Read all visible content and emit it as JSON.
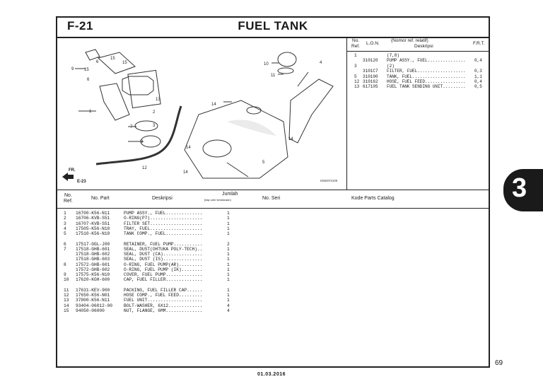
{
  "header": {
    "code": "F-21",
    "title": "FUEL TANK"
  },
  "diagram": {
    "callouts": [
      "9",
      "15",
      "6",
      "15",
      "15",
      "6",
      "13",
      "2",
      "3",
      "1",
      "7",
      "8",
      "12",
      "14",
      "14",
      "14",
      "10",
      "11",
      "4",
      "14",
      "5"
    ],
    "arrow_label": "FR.",
    "ref_label": "E-23",
    "figure_code": "K56GF2100"
  },
  "lon_table": {
    "headers": {
      "no": "No.",
      "ref": "Ref.",
      "lon": "L.O.N.",
      "desc_top": "(Nomor ref. relatif)",
      "desc": "Deskripsi",
      "frt": "F.R.T."
    },
    "rows": [
      {
        "ref": "1",
        "lon": "",
        "desc": "(7,8)",
        "frt": ""
      },
      {
        "ref": "",
        "lon": "310120",
        "desc": "PUMP ASSY., FUEL...............",
        "frt": "0,4"
      },
      {
        "ref": "3",
        "lon": "",
        "desc": "(2)",
        "frt": ""
      },
      {
        "ref": "",
        "lon": "3101C7",
        "desc": "FILTER, FUEL...................",
        "frt": "0,3"
      },
      {
        "ref": "5",
        "lon": "310100",
        "desc": "TANK, FUEL.....................",
        "frt": "1,1"
      },
      {
        "ref": "12",
        "lon": "310162",
        "desc": "HOSE, FUEL FEED................",
        "frt": "0,4"
      },
      {
        "ref": "13",
        "lon": "617105",
        "desc": "FUEL TANK SENDING UNIT.........",
        "frt": "0,5"
      }
    ]
  },
  "catalog": {
    "headers": {
      "no": "No.",
      "ref": "Ref.",
      "part": "No. Part",
      "desc": "Deskripsi",
      "qty": "Jumlah",
      "qty_sub": "(tiap unit/ kendaraan)",
      "serial": "No. Seri",
      "code": "Kode Parts Catalog"
    },
    "rows": [
      {
        "ref": "1",
        "part": "16700-K56-N11",
        "desc": "PUMP ASSY., FUEL..............",
        "qty": "1"
      },
      {
        "ref": "2",
        "part": "16706-KVB-S51",
        "desc": "O-RING(P7)....................",
        "qty": "1"
      },
      {
        "ref": "3",
        "part": "16707-KVB-S51",
        "desc": "FILTER SET....................",
        "qty": "1"
      },
      {
        "ref": "4",
        "part": "17505-K56-N10",
        "desc": "TRAY, FUEL....................",
        "qty": "1"
      },
      {
        "ref": "5",
        "part": "17510-K56-N10",
        "desc": "TANK COMP., FUEL..............",
        "qty": "1"
      },
      {
        "ref": "",
        "part": "",
        "desc": "",
        "qty": ""
      },
      {
        "ref": "6",
        "part": "17517-GGL-J00",
        "desc": "RETAINER, FUEL PUMP...........",
        "qty": "2"
      },
      {
        "ref": "7",
        "part": "17518-GHB-601",
        "desc": "SEAL, DUST(OHTUKA POLY-TECH)..",
        "qty": "1"
      },
      {
        "ref": "",
        "part": "17518-GHB-602",
        "desc": "SEAL, DUST (CA)...............",
        "qty": "1"
      },
      {
        "ref": "",
        "part": "17518-GHB-603",
        "desc": "SEAL, DUST (IS)...............",
        "qty": "1"
      },
      {
        "ref": "8",
        "part": "17572-GHB-601",
        "desc": "O-RING, FUEL PUMP(AR).........",
        "qty": "1"
      },
      {
        "ref": "",
        "part": "17572-GHB-602",
        "desc": "O-RING, FUEL PUMP (IK)........",
        "qty": "1"
      },
      {
        "ref": "9",
        "part": "17575-K56-N10",
        "desc": "COVER, FUEL PUMP..............",
        "qty": "1"
      },
      {
        "ref": "10",
        "part": "17620-KGH-600",
        "desc": "CAP, FUEL FILLER..............",
        "qty": "1"
      },
      {
        "ref": "",
        "part": "",
        "desc": "",
        "qty": ""
      },
      {
        "ref": "11",
        "part": "17631-KEV-900",
        "desc": "PACKING, FUEL FILLER CAP......",
        "qty": "1"
      },
      {
        "ref": "12",
        "part": "17650-K56-N01",
        "desc": "HOSE COMP., FUEL FEED.........",
        "qty": "1"
      },
      {
        "ref": "13",
        "part": "37800-K56-N11",
        "desc": "FUEL UNIT.....................",
        "qty": "1"
      },
      {
        "ref": "14",
        "part": "93404-06012-00",
        "desc": "BOLT-WASHER, 6X12.............",
        "qty": "4"
      },
      {
        "ref": "15",
        "part": "94050-06000",
        "desc": "NUT, FLANGE, 6MM..............",
        "qty": "4"
      }
    ]
  },
  "side_tab": "3",
  "page_number": "69",
  "footer_date": "01.03.2016"
}
